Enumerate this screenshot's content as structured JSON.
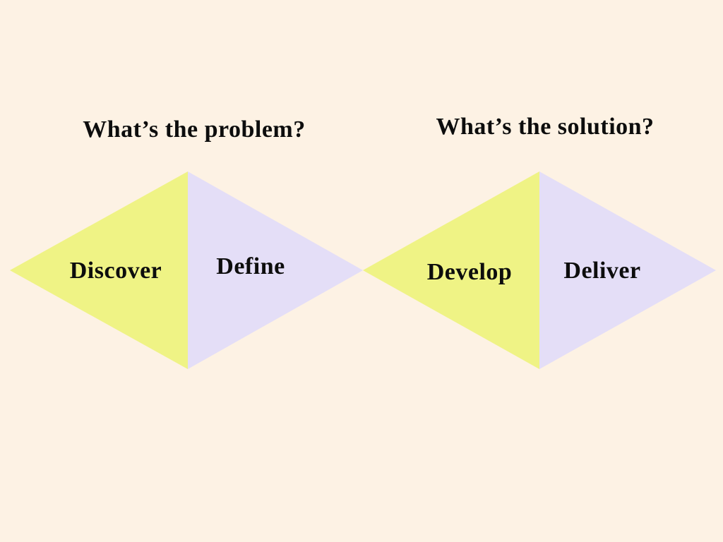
{
  "titles": {
    "problem": "What’s the problem?",
    "solution": "What’s the solution?"
  },
  "diamonds": [
    {
      "question": "What’s the problem?",
      "left_phase": "Discover",
      "right_phase": "Define"
    },
    {
      "question": "What’s the solution?",
      "left_phase": "Develop",
      "right_phase": "Deliver"
    }
  ],
  "colors": {
    "background": "#fdf2e4",
    "diverge_fill": "#eff385",
    "converge_fill": "#e4def7",
    "text": "#0d0d0d"
  }
}
